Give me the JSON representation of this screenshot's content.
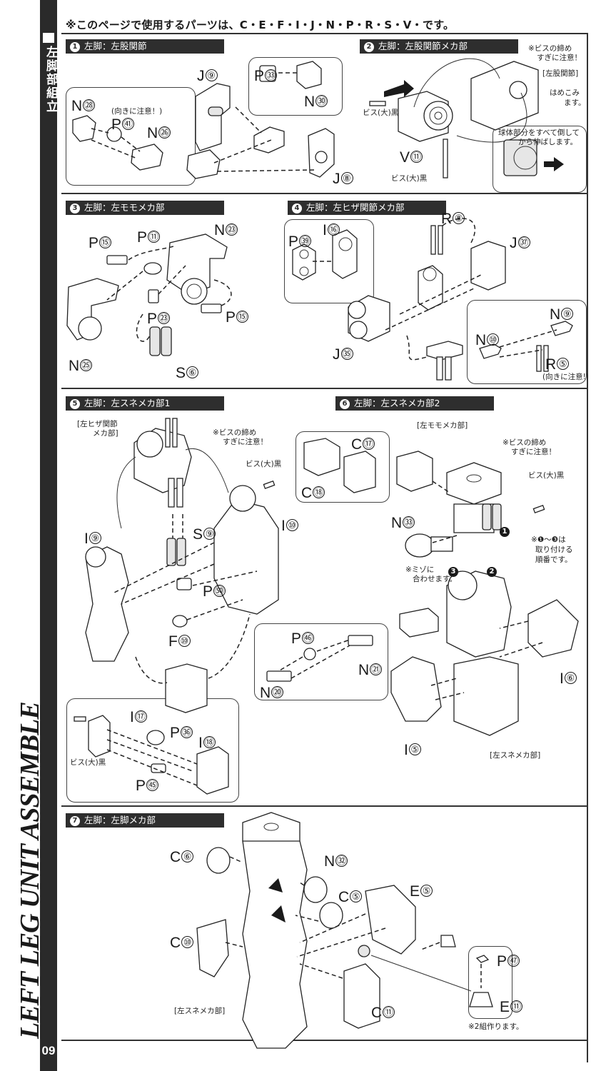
{
  "sidebar": {
    "section_title_jp": "左脚部組立",
    "section_title_en": "LEFT LEG UNIT ASSEMBLE",
    "page_number": "09"
  },
  "page_note": "※このページで使用するパーツは、C・E・F・I・J・N・P・R・S・V・です。",
  "steps": [
    {
      "num": "1",
      "title": "左脚：左股関節",
      "labels": [
        {
          "letter": "J",
          "num": "⑨"
        },
        {
          "letter": "P",
          "num": "㉝"
        },
        {
          "letter": "N",
          "num": "㉚"
        },
        {
          "letter": "N",
          "num": "㉘"
        },
        {
          "letter": "P",
          "num": "㊶"
        },
        {
          "letter": "N",
          "num": "㉖"
        },
        {
          "letter": "J",
          "num": "⑧"
        }
      ],
      "notes": [
        "(向きに注意！)"
      ]
    },
    {
      "num": "2",
      "title": "左脚：左股関節メカ部",
      "labels": [
        {
          "letter": "V",
          "num": "⑪"
        }
      ],
      "notes": [
        "※ビスの締め",
        "すぎに注意！",
        "[左股関節]",
        "はめこみ",
        "ます。",
        "ビス(大)黒",
        "ビス(大)黒",
        "球体部分をすべて倒して",
        "から伸ばします。"
      ]
    },
    {
      "num": "3",
      "title": "左脚：左モモメカ部",
      "labels": [
        {
          "letter": "P",
          "num": "⑮"
        },
        {
          "letter": "P",
          "num": "⑪"
        },
        {
          "letter": "N",
          "num": "㉓"
        },
        {
          "letter": "P",
          "num": "㉓"
        },
        {
          "letter": "P",
          "num": "⑮"
        },
        {
          "letter": "N",
          "num": "㉕"
        },
        {
          "letter": "S",
          "num": "⑥"
        }
      ],
      "notes": []
    },
    {
      "num": "4",
      "title": "左脚：左ヒザ関節メカ部",
      "labels": [
        {
          "letter": "I",
          "num": "⑯"
        },
        {
          "letter": "P",
          "num": "㊴"
        },
        {
          "letter": "R",
          "num": "⑧"
        },
        {
          "letter": "J",
          "num": "㊲"
        },
        {
          "letter": "N",
          "num": "⑨"
        },
        {
          "letter": "N",
          "num": "⑩"
        },
        {
          "letter": "R",
          "num": "⑤"
        },
        {
          "letter": "J",
          "num": "㉟"
        }
      ],
      "notes": [
        "(向きに注意!)"
      ]
    },
    {
      "num": "5",
      "title": "左脚：左スネメカ部1",
      "labels": [
        {
          "letter": "I",
          "num": "⑨"
        },
        {
          "letter": "S",
          "num": "⑨"
        },
        {
          "letter": "I",
          "num": "⑩"
        },
        {
          "letter": "P",
          "num": "㊿"
        },
        {
          "letter": "F",
          "num": "⑩"
        },
        {
          "letter": "I",
          "num": "⑰"
        },
        {
          "letter": "P",
          "num": "㊱"
        },
        {
          "letter": "I",
          "num": "⑱"
        },
        {
          "letter": "P",
          "num": "㊺"
        }
      ],
      "notes": [
        "[左ヒザ関節",
        "メカ部]",
        "※ビスの締め",
        "すぎに注意！",
        "ビス(大)黒",
        "ビス(大)黒"
      ]
    },
    {
      "num": "6",
      "title": "左脚：左スネメカ部2",
      "labels": [
        {
          "letter": "C",
          "num": "⑰"
        },
        {
          "letter": "C",
          "num": "⑱"
        },
        {
          "letter": "N",
          "num": "㉝"
        },
        {
          "letter": "P",
          "num": "㊻"
        },
        {
          "letter": "N",
          "num": "㉑"
        },
        {
          "letter": "N",
          "num": "⑳"
        },
        {
          "letter": "I",
          "num": "⑥"
        },
        {
          "letter": "I",
          "num": "⑤"
        }
      ],
      "notes": [
        "[左モモメカ部]",
        "※ビスの締め",
        "すぎに注意！",
        "ビス(大)黒",
        "※❶〜❸は",
        "取り付ける",
        "順番です。",
        "※ミゾに",
        "合わせます。",
        "[左スネメカ部]"
      ],
      "order_markers": [
        "1",
        "2",
        "3"
      ]
    },
    {
      "num": "7",
      "title": "左脚：左脚メカ部",
      "labels": [
        {
          "letter": "C",
          "num": "⑥"
        },
        {
          "letter": "N",
          "num": "㉜"
        },
        {
          "letter": "C",
          "num": "⑤"
        },
        {
          "letter": "E",
          "num": "⑤"
        },
        {
          "letter": "C",
          "num": "⑩"
        },
        {
          "letter": "P",
          "num": "㊼"
        },
        {
          "letter": "E",
          "num": "⑪"
        },
        {
          "letter": "C",
          "num": "⑪"
        }
      ],
      "notes": [
        "[左スネメカ部]",
        "※2組作ります。"
      ]
    }
  ],
  "colors": {
    "ink": "#1a1a1a",
    "bar": "#2e2e2e",
    "paper": "#ffffff"
  }
}
